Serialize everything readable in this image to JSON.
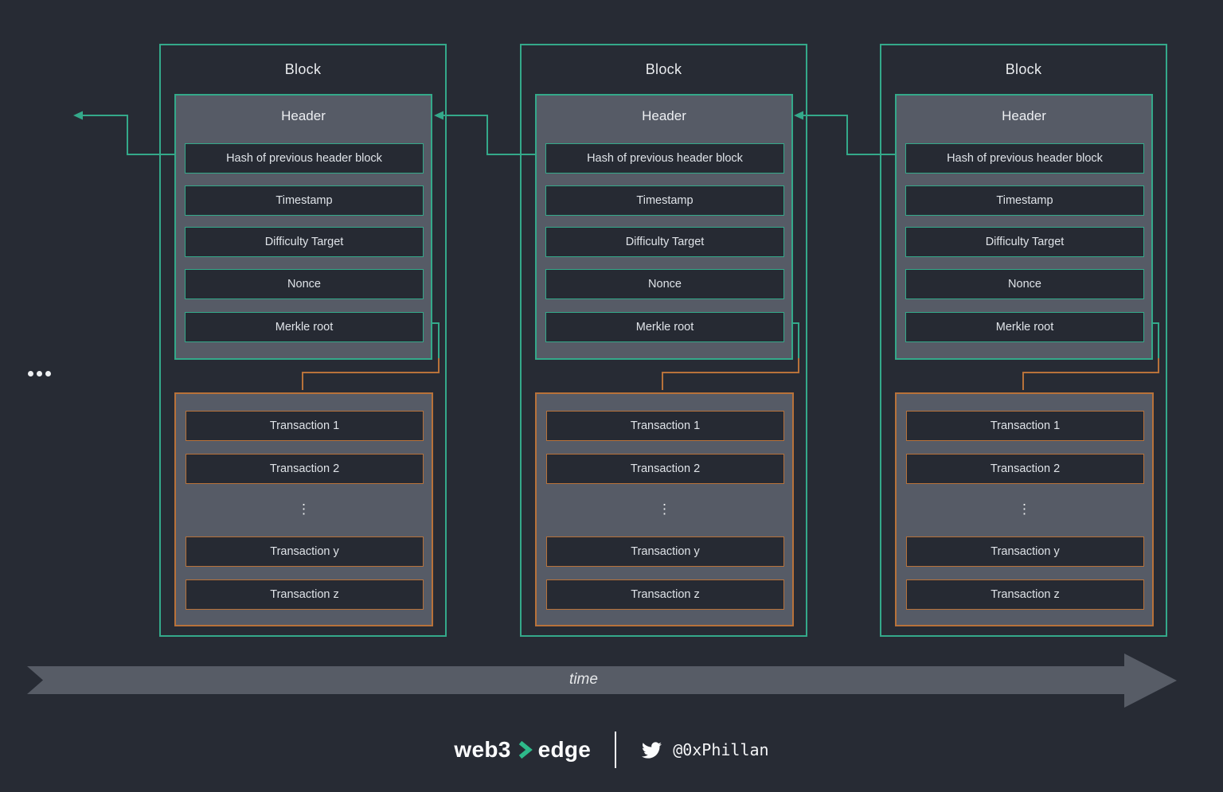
{
  "colors": {
    "background": "#272b34",
    "accent_green": "#34a98a",
    "accent_orange": "#b8723a",
    "panel_gray": "#565b66",
    "box_dark": "#262a33",
    "time_bar_gray": "#575c66",
    "text_light": "#e9ebee"
  },
  "blocks": [
    {
      "title": "Block",
      "header": {
        "title": "Header",
        "fields": [
          "Hash of previous header block",
          "Timestamp",
          "Difficulty Target",
          "Nonce",
          "Merkle root"
        ]
      },
      "transactions": {
        "rows": [
          "Transaction 1",
          "Transaction 2",
          "⋮",
          "Transaction y",
          "Transaction z"
        ]
      }
    },
    {
      "title": "Block",
      "header": {
        "title": "Header",
        "fields": [
          "Hash of previous header block",
          "Timestamp",
          "Difficulty Target",
          "Nonce",
          "Merkle root"
        ]
      },
      "transactions": {
        "rows": [
          "Transaction 1",
          "Transaction 2",
          "⋮",
          "Transaction y",
          "Transaction z"
        ]
      }
    },
    {
      "title": "Block",
      "header": {
        "title": "Header",
        "fields": [
          "Hash of previous header block",
          "Timestamp",
          "Difficulty Target",
          "Nonce",
          "Merkle root"
        ]
      },
      "transactions": {
        "rows": [
          "Transaction 1",
          "Transaction 2",
          "⋮",
          "Transaction y",
          "Transaction z"
        ]
      }
    }
  ],
  "previous_blocks_indicator": {
    "icon": "ellipsis-dots-icon"
  },
  "time_arrow": {
    "label": "time"
  },
  "footer": {
    "brand_first": "web3",
    "brand_second": "edge",
    "chevron_icon": "chevron-right-icon",
    "twitter_icon": "twitter-bird-icon",
    "twitter_handle": "@0xPhillan"
  }
}
